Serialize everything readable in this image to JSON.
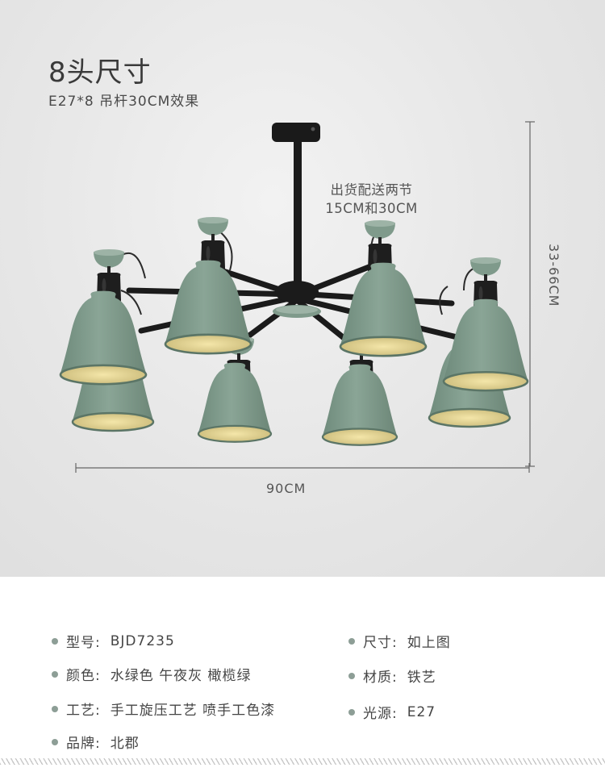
{
  "header": {
    "title": "8头尺寸",
    "subtitle": "E27*8 吊杆30CM效果"
  },
  "annotation": {
    "line1": "出货配送两节",
    "line2": "15CM和30CM"
  },
  "dimensions": {
    "width": "90CM",
    "height": "33-66CM"
  },
  "colors": {
    "shade_green": "#7f9a8b",
    "shade_inner": "#e8d99b",
    "arm_black": "#1d1d1d",
    "bullet": "#8d9e96"
  },
  "specs": {
    "left": [
      {
        "key": "型号:",
        "value": "BJD7235"
      },
      {
        "key": "颜色:",
        "value": "水绿色 午夜灰 橄榄绿"
      },
      {
        "key": "工艺:",
        "value": "手工旋压工艺 喷手工色漆"
      },
      {
        "key": "品牌:",
        "value": "北郡"
      }
    ],
    "right": [
      {
        "key": "尺寸:",
        "value": "如上图"
      },
      {
        "key": "材质:",
        "value": "铁艺"
      },
      {
        "key": "光源:",
        "value": "E27"
      }
    ]
  }
}
